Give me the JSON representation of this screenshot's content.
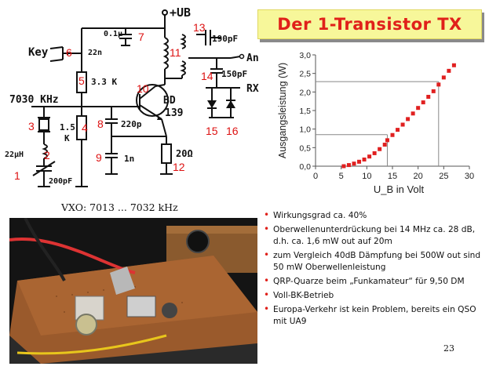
{
  "slide": {
    "title": "Der 1-Transistor TX",
    "page_number": "23",
    "vxo_label": "VXO: 7013 ... 7032 kHz",
    "colors": {
      "accent_red": "#e0201a",
      "title_bg": "#f7f79a",
      "marker": "#e02020"
    }
  },
  "schematic": {
    "labels": {
      "supply": "+UB",
      "key": "Key",
      "freq": "7030 KHz",
      "ant": "Ant",
      "rx": "RX",
      "transistor": "BD",
      "transistor_num": "139",
      "c_01u": "0.1µ",
      "c_22n": "22n",
      "r_33k": "3.3 K",
      "r_15k_a": "1.5",
      "r_15k_b": "K",
      "c_220p": "220p",
      "c_1n": "1n",
      "r_20": "20Ω",
      "c_190p": "190pF",
      "c_150p": "150pF",
      "l_22u": "22µH",
      "c_200p": "200pF"
    },
    "numbers": [
      "1",
      "2",
      "3",
      "4",
      "5",
      "6",
      "7",
      "8",
      "9",
      "10",
      "11",
      "12",
      "13",
      "14",
      "15",
      "16"
    ]
  },
  "chart_data": {
    "type": "scatter",
    "title": "",
    "xlabel": "U_B in Volt",
    "ylabel": "Ausgangsleistung (W)",
    "xlim": [
      0,
      30
    ],
    "ylim": [
      0,
      3
    ],
    "x_ticks": [
      "0",
      "5",
      "10",
      "15",
      "20",
      "25",
      "30"
    ],
    "y_ticks": [
      "0,0",
      "0,5",
      "1,0",
      "1,5",
      "2,0",
      "2,5",
      "3,0"
    ],
    "grid": false,
    "marker_color": "#e02020",
    "series": [
      {
        "x": [
          5.5,
          6.5,
          7.5,
          8.5,
          9.5,
          10.5,
          11.5,
          12.5,
          13.5,
          14,
          15,
          16,
          17,
          18,
          19,
          20,
          21,
          22,
          23,
          24,
          25,
          26,
          27
        ],
        "y": [
          0.0,
          0.03,
          0.07,
          0.12,
          0.18,
          0.26,
          0.35,
          0.46,
          0.58,
          0.7,
          0.84,
          0.98,
          1.12,
          1.27,
          1.42,
          1.57,
          1.72,
          1.87,
          2.02,
          2.2,
          2.39,
          2.57,
          2.72
        ]
      }
    ],
    "reference_lines": [
      {
        "x": 14,
        "y": 0.85
      },
      {
        "x": 24,
        "y": 2.28
      }
    ]
  },
  "bullets": [
    "Wirkungsgrad ca. 40%",
    "Oberwellenunterdrückung bei 14 MHz ca. 28 dB, d.h. ca. 1,6 mW out auf 20m",
    "zum Vergleich 40dB Dämpfung bei 500W out sind 50 mW Oberwellenleistung",
    "QRP-Quarze beim „Funkamateur“ für 9,50 DM",
    "Voll-BK-Betrieb",
    "Europa-Verkehr ist kein Problem, bereits ein QSO mit UA9"
  ]
}
